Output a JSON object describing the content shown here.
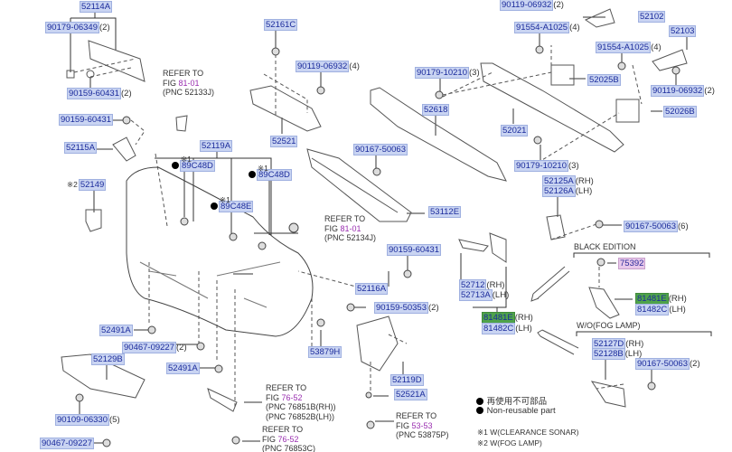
{
  "parts": [
    {
      "code": "52114A"
    },
    {
      "code": "90179-06349",
      "qty": "(2)"
    },
    {
      "code": "90159-60431",
      "qty": "(2)"
    },
    {
      "code": "90159-60431"
    },
    {
      "code": "52115A"
    },
    {
      "code": "52149",
      "mark": "※2"
    },
    {
      "code": "52161C"
    },
    {
      "code": "90119-06932",
      "qty": "(4)"
    },
    {
      "code": "52521"
    },
    {
      "code": "52119A"
    },
    {
      "code": "89C48D",
      "mark": "※1"
    },
    {
      "code": "89C48E",
      "mark": "※1"
    },
    {
      "code": "89C48D",
      "mark": "※1"
    },
    {
      "code": "90167-50063"
    },
    {
      "code": "53112E"
    },
    {
      "code": "90159-60431"
    },
    {
      "code": "52116A"
    },
    {
      "code": "90159-50353",
      "qty": "(2)"
    },
    {
      "code": "52491A"
    },
    {
      "code": "90467-09227",
      "qty": "(2)"
    },
    {
      "code": "52129B"
    },
    {
      "code": "52491A"
    },
    {
      "code": "90109-06330",
      "qty": "(5)"
    },
    {
      "code": "90467-09227"
    },
    {
      "code": "53879H"
    },
    {
      "code": "52119D"
    },
    {
      "code": "52521A"
    },
    {
      "code": "90119-06932",
      "qty": "(2)"
    },
    {
      "code": "52102"
    },
    {
      "code": "91554-A1025",
      "qty": "(4)"
    },
    {
      "code": "52103"
    },
    {
      "code": "91554-A1025",
      "qty": "(4)"
    },
    {
      "code": "90179-10210",
      "qty": "(3)"
    },
    {
      "code": "52025B"
    },
    {
      "code": "90119-06932",
      "qty": "(2)"
    },
    {
      "code": "52618"
    },
    {
      "code": "52021"
    },
    {
      "code": "52026B"
    },
    {
      "code": "90179-10210",
      "qty": "(3)"
    },
    {
      "code": "52125A",
      "qty": "(RH)"
    },
    {
      "code": "52126A",
      "qty": "(LH)"
    },
    {
      "code": "90167-50063",
      "qty": "(6)"
    },
    {
      "code": "52712",
      "qty": "(RH)"
    },
    {
      "code": "52713A",
      "qty": "(LH)"
    },
    {
      "code": "81481E",
      "qty": "(RH)"
    },
    {
      "code": "81482C",
      "qty": "(LH)"
    },
    {
      "code": "75392"
    },
    {
      "code": "81481E",
      "qty": "(RH)"
    },
    {
      "code": "81482C",
      "qty": "(LH)"
    },
    {
      "code": "52127D",
      "qty": "(RH)"
    },
    {
      "code": "52128B",
      "qty": "(LH)"
    },
    {
      "code": "90167-50063",
      "qty": "(2)"
    }
  ],
  "refs": [
    {
      "l1": "REFER TO",
      "fig_prefix": "FIG ",
      "fig": "81-01",
      "pnc": [
        "(PNC 52133J)"
      ]
    },
    {
      "l1": "REFER TO",
      "fig_prefix": "FIG ",
      "fig": "81-01",
      "pnc": [
        "(PNC 52134J)"
      ]
    },
    {
      "l1": "REFER TO",
      "fig_prefix": "FIG ",
      "fig": "76-52",
      "pnc": [
        "(PNC 76851B(RH))",
        "(PNC 76852B(LH))"
      ]
    },
    {
      "l1": "REFER TO",
      "fig_prefix": "FIG ",
      "fig": "76-52",
      "pnc": [
        "(PNC 76853C)"
      ]
    },
    {
      "l1": "REFER TO",
      "fig_prefix": "FIG ",
      "fig": "53-53",
      "pnc": [
        "(PNC 53875P)"
      ]
    }
  ],
  "sections": {
    "black_edition": "BLACK EDITION",
    "wo_fog": "W/O(FOG LAMP)"
  },
  "legend": {
    "nonreusable_jp": "再使用不可部品",
    "nonreusable_en": "Non-reusable part",
    "note1": "※1 W(CLEARANCE SONAR)",
    "note2": "※2 W(FOG LAMP)"
  },
  "colors": {
    "label_bg": "#c9d4f2",
    "label_text": "#1c2c9c",
    "highlight_green": "#4fa34a",
    "highlight_pink": "#e8c8ea",
    "fig_link": "#9a2fb0"
  }
}
